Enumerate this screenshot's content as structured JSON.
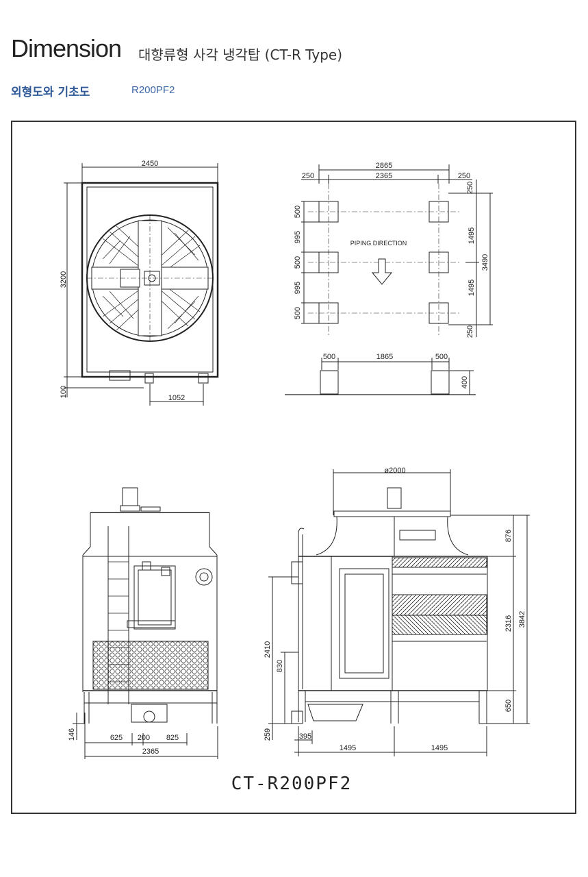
{
  "header": {
    "title": "Dimension",
    "subtitle": "대향류형 사각 냉각탑 (CT-R Type)",
    "section_label": "외형도와 기초도",
    "model_code": "R200PF2"
  },
  "drawing": {
    "model_caption": "CT-R200PF2",
    "top_view": {
      "width": "2450",
      "height": "3200",
      "foot": "100",
      "offset": "1052"
    },
    "foundation_plan": {
      "overall": "2865",
      "inner": "2365",
      "edge_left": "250",
      "edge_right": "250",
      "edge_top": "250",
      "edge_bottom": "250",
      "pad_a": "500",
      "pad_b": "500",
      "pad_c": "500",
      "gap_a": "995",
      "gap_b": "995",
      "span_a": "1495",
      "span_b": "1495",
      "total_depth": "3490",
      "piping_label": "PIPING DIRECTION"
    },
    "foundation_section": {
      "pad_left": "500",
      "span": "1865",
      "pad_right": "500",
      "height": "400"
    },
    "front_view": {
      "d1": "625",
      "d2": "200",
      "d3": "825",
      "width": "2365",
      "h_foot": "146"
    },
    "side_view": {
      "diameter": "ø2000",
      "h_top": "876",
      "h_body": "2316",
      "h_total": "3842",
      "h_base": "650",
      "h_inlet": "2410",
      "h_outlet": "830",
      "h_drain": "259",
      "offset": "395",
      "bay_a": "1495",
      "bay_b": "1495"
    }
  }
}
